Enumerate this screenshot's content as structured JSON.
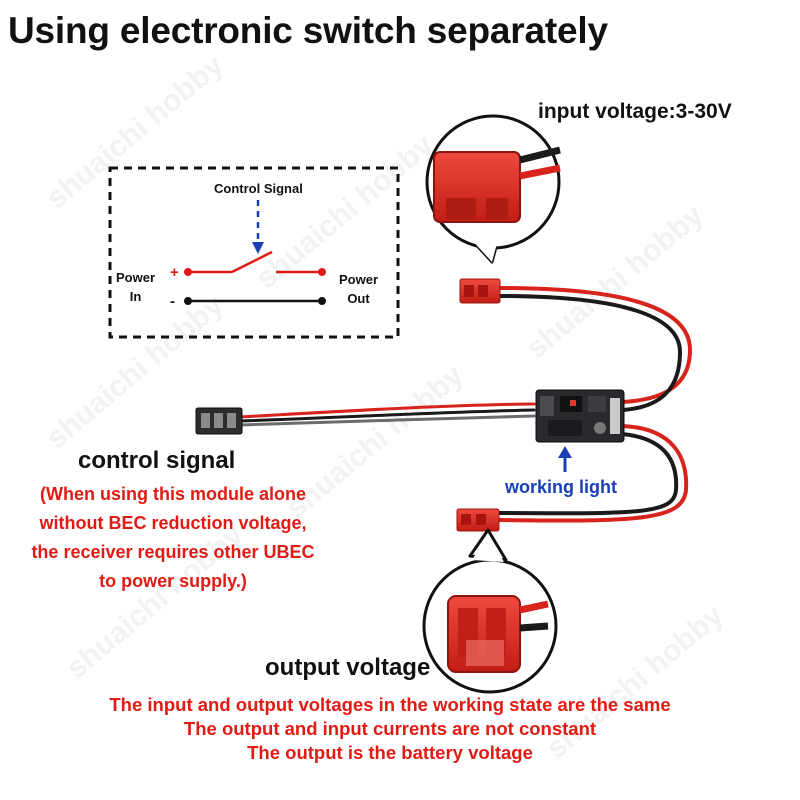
{
  "title": "Using electronic switch separately",
  "labels": {
    "input_voltage": "input voltage:3-30V",
    "control_signal": "control signal",
    "working_light": "working light",
    "output_voltage": "output voltage"
  },
  "control_note": [
    "(When using this module alone",
    "without BEC reduction voltage,",
    "the receiver requires other UBEC",
    "to power supply.)"
  ],
  "bottom_notes": [
    "The input and output voltages in the working state are the same",
    "The output and input currents are not constant",
    "The output is the battery voltage"
  ],
  "schematic": {
    "control_signal": "Control Signal",
    "power_in_1": "Power",
    "power_in_2": "In",
    "power_out_1": "Power",
    "power_out_2": "Out",
    "plus": "+",
    "minus": "-"
  },
  "watermark": "shuaichi hobby",
  "colors": {
    "red_text": "#e11b14",
    "blue_text": "#1a3fb5",
    "wire_red": "#d8241c",
    "wire_black": "#1a1a1a",
    "connector_red": "#e5322a"
  }
}
